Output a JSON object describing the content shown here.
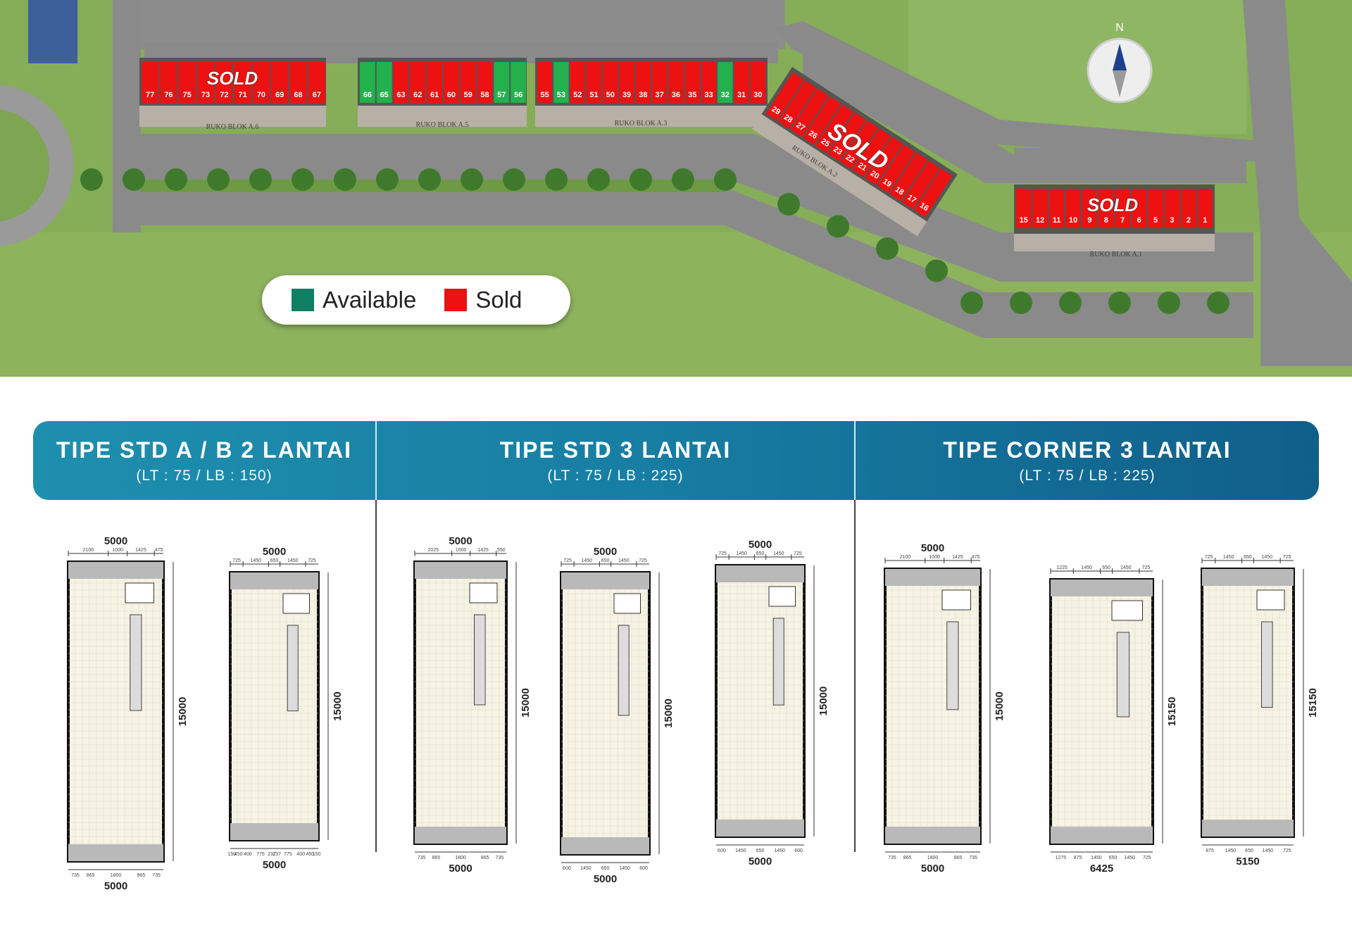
{
  "site_plan": {
    "compass_label": "N",
    "blocks": [
      {
        "name": "RUKO BLOK A.6",
        "sold_label": "SOLD",
        "lots": [
          {
            "n": "77",
            "s": "sold"
          },
          {
            "n": "76",
            "s": "sold"
          },
          {
            "n": "75",
            "s": "sold"
          },
          {
            "n": "73",
            "s": "sold"
          },
          {
            "n": "72",
            "s": "sold"
          },
          {
            "n": "71",
            "s": "sold"
          },
          {
            "n": "70",
            "s": "sold"
          },
          {
            "n": "69",
            "s": "sold"
          },
          {
            "n": "68",
            "s": "sold"
          },
          {
            "n": "67",
            "s": "sold"
          }
        ]
      },
      {
        "name": "RUKO BLOK A.5",
        "sold_label": "",
        "lots": [
          {
            "n": "66",
            "s": "available"
          },
          {
            "n": "65",
            "s": "available"
          },
          {
            "n": "63",
            "s": "sold"
          },
          {
            "n": "62",
            "s": "sold"
          },
          {
            "n": "61",
            "s": "sold"
          },
          {
            "n": "60",
            "s": "sold"
          },
          {
            "n": "59",
            "s": "sold"
          },
          {
            "n": "58",
            "s": "sold"
          },
          {
            "n": "57",
            "s": "available"
          },
          {
            "n": "56",
            "s": "available"
          }
        ]
      },
      {
        "name": "RUKO BLOK A.3",
        "sold_label": "",
        "lots": [
          {
            "n": "55",
            "s": "sold"
          },
          {
            "n": "53",
            "s": "available"
          },
          {
            "n": "52",
            "s": "sold"
          },
          {
            "n": "51",
            "s": "sold"
          },
          {
            "n": "50",
            "s": "sold"
          },
          {
            "n": "39",
            "s": "sold"
          },
          {
            "n": "38",
            "s": "sold"
          },
          {
            "n": "37",
            "s": "sold"
          },
          {
            "n": "36",
            "s": "sold"
          },
          {
            "n": "35",
            "s": "sold"
          },
          {
            "n": "33",
            "s": "sold"
          },
          {
            "n": "32",
            "s": "available"
          },
          {
            "n": "31",
            "s": "sold"
          },
          {
            "n": "30",
            "s": "sold"
          }
        ]
      },
      {
        "name": "RUKO BLOK A.2",
        "sold_label": "SOLD",
        "lots": [
          {
            "n": "29",
            "s": "sold"
          },
          {
            "n": "28",
            "s": "sold"
          },
          {
            "n": "27",
            "s": "sold"
          },
          {
            "n": "26",
            "s": "sold"
          },
          {
            "n": "25",
            "s": "sold"
          },
          {
            "n": "23",
            "s": "sold"
          },
          {
            "n": "22",
            "s": "sold"
          },
          {
            "n": "21",
            "s": "sold"
          },
          {
            "n": "20",
            "s": "sold"
          },
          {
            "n": "19",
            "s": "sold"
          },
          {
            "n": "18",
            "s": "sold"
          },
          {
            "n": "17",
            "s": "sold"
          },
          {
            "n": "16",
            "s": "sold"
          }
        ]
      },
      {
        "name": "RUKO BLOK A.1",
        "sold_label": "SOLD",
        "lots": [
          {
            "n": "15",
            "s": "sold"
          },
          {
            "n": "12",
            "s": "sold"
          },
          {
            "n": "11",
            "s": "sold"
          },
          {
            "n": "10",
            "s": "sold"
          },
          {
            "n": "9",
            "s": "sold"
          },
          {
            "n": "8",
            "s": "sold"
          },
          {
            "n": "7",
            "s": "sold"
          },
          {
            "n": "6",
            "s": "sold"
          },
          {
            "n": "5",
            "s": "sold"
          },
          {
            "n": "3",
            "s": "sold"
          },
          {
            "n": "2",
            "s": "sold"
          },
          {
            "n": "1",
            "s": "sold"
          }
        ]
      }
    ]
  },
  "legend": {
    "available": {
      "label": "Available",
      "color": "#0e7f63"
    },
    "sold": {
      "label": "Sold",
      "color": "#ee1111"
    }
  },
  "types": [
    {
      "title": "TIPE STD A / B 2 LANTAI",
      "subtitle": "(LT : 75 / LB : 150)"
    },
    {
      "title": "TIPE STD 3 LANTAI",
      "subtitle": "(LT : 75 / LB : 225)"
    },
    {
      "title": "TIPE CORNER 3 LANTAI",
      "subtitle": "(LT : 75 / LB : 225)"
    }
  ],
  "plans": [
    {
      "top_width": "5000",
      "bottom_width": "5000",
      "depth": "15000",
      "top_segments": [
        "2100",
        "1000",
        "1425",
        "475"
      ],
      "bottom_segments": [
        "735",
        "865",
        "1800",
        "865",
        "735"
      ]
    },
    {
      "top_width": "5000",
      "bottom_width": "5000",
      "depth": "15000",
      "top_segments": [
        "725",
        "1450",
        "650",
        "1450",
        "725"
      ],
      "bottom_segments": [
        "150",
        "450",
        "400",
        "775",
        "237",
        "237",
        "775",
        "400",
        "450",
        "150"
      ]
    },
    {
      "top_width": "5000",
      "bottom_width": "5000",
      "depth": "15000",
      "top_segments": [
        "2025",
        "1000",
        "1425",
        "550"
      ],
      "bottom_segments": [
        "735",
        "865",
        "1800",
        "865",
        "735"
      ]
    },
    {
      "top_width": "5000",
      "bottom_width": "5000",
      "depth": "15000",
      "top_segments": [
        "725",
        "1450",
        "650",
        "1450",
        "725"
      ],
      "bottom_segments": [
        "600",
        "1450",
        "650",
        "1450",
        "600"
      ]
    },
    {
      "top_width": "5000",
      "bottom_width": "5000",
      "depth": "15000",
      "top_segments": [
        "725",
        "1450",
        "650",
        "1450",
        "725"
      ],
      "bottom_segments": [
        "600",
        "1450",
        "650",
        "1450",
        "600"
      ]
    },
    {
      "top_width": "5000",
      "bottom_width": "5000",
      "depth": "15000",
      "top_segments": [
        "2100",
        "1000",
        "1425",
        "475"
      ],
      "bottom_segments": [
        "735",
        "865",
        "1800",
        "865",
        "735"
      ]
    },
    {
      "top_width": "",
      "bottom_width": "6425",
      "depth": "15150",
      "top_segments": [
        "1225",
        "1450",
        "650",
        "1450",
        "725"
      ],
      "bottom_segments": [
        "1275",
        "875",
        "1450",
        "650",
        "1450",
        "725"
      ]
    },
    {
      "top_width": "",
      "bottom_width": "5150",
      "depth": "15150",
      "top_segments": [
        "725",
        "1450",
        "650",
        "1450",
        "725"
      ],
      "bottom_segments": [
        "875",
        "1450",
        "650",
        "1450",
        "725"
      ]
    }
  ]
}
